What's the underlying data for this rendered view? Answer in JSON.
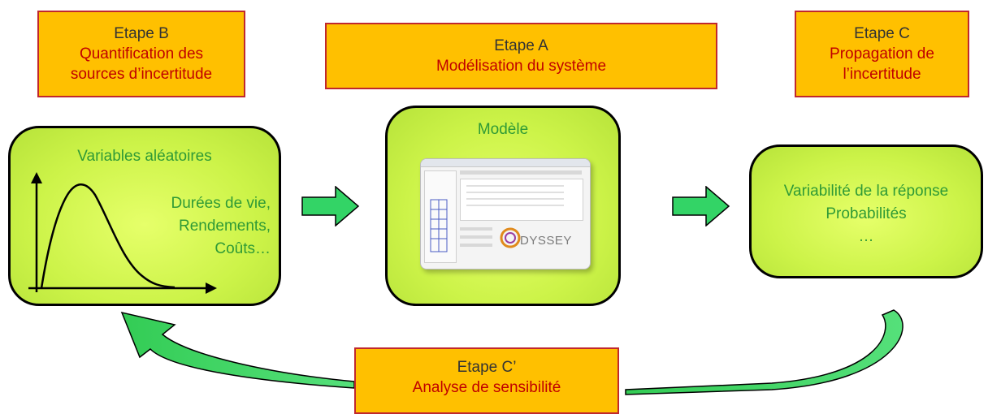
{
  "etape_b": {
    "name": "Etape B",
    "desc_line1": "Quantification des",
    "desc_line2": "sources d’incertitude"
  },
  "etape_a": {
    "name": "Etape A",
    "desc": "Modélisation du système"
  },
  "etape_c": {
    "name": "Etape C",
    "desc_line1": "Propagation de",
    "desc_line2": "l’incertitude"
  },
  "etape_c_prime": {
    "name": "Etape C’",
    "desc": "Analyse de sensibilité"
  },
  "variables_box": {
    "title": "Variables aléatoires",
    "line1": "Durées de vie,",
    "line2": "Rendements,",
    "line3": "Coûts…"
  },
  "modele_box": {
    "title": "Modèle",
    "software_logo_text": "DYSSEY"
  },
  "reponse_box": {
    "line1": "Variabilité de la réponse",
    "line2": "Probabilités",
    "line3": "…"
  },
  "colors": {
    "step_fill": "#ffc000",
    "step_border": "#c0282d",
    "step_desc_text": "#c00000",
    "box_fill": "#ccf348",
    "box_text": "#2f9a36",
    "arrow_fill": "#33cc66"
  }
}
